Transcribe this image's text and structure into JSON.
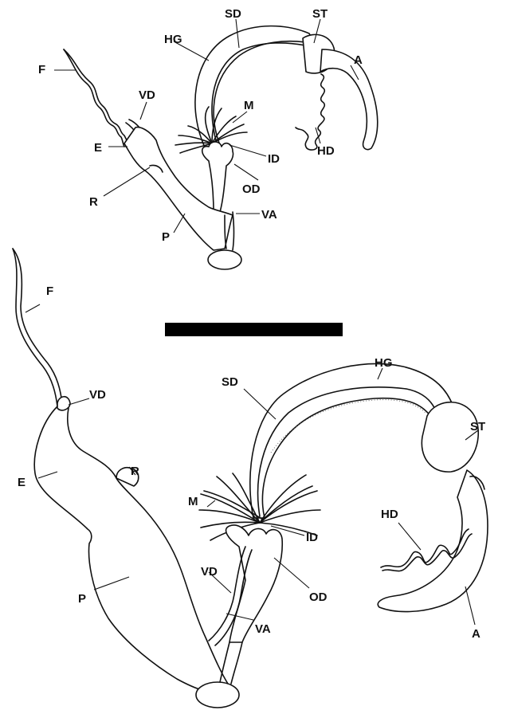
{
  "top": {
    "F": "F",
    "VD": "VD",
    "E": "E",
    "R": "R",
    "P": "P",
    "VA": "VA",
    "HG": "HG",
    "SD": "SD",
    "ST": "ST",
    "A": "A",
    "M": "M",
    "HD": "HD",
    "ID": "ID",
    "OD": "OD"
  },
  "bottom": {
    "F": "F",
    "VD": "VD",
    "E": "E",
    "R": "R",
    "P": "P",
    "VD2": "VD",
    "VA": "VA",
    "M": "M",
    "SD": "SD",
    "HG": "HG",
    "ST": "ST",
    "HD": "HD",
    "ID": "ID",
    "OD": "OD",
    "A": "A"
  },
  "colors": {
    "ink": "#111111",
    "scale_bar": "#000000",
    "background": "#ffffff"
  }
}
